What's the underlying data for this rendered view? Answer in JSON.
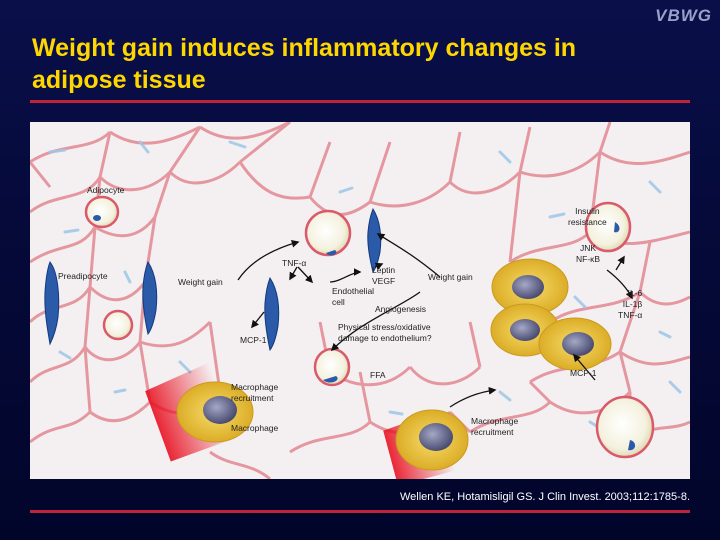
{
  "header": {
    "logo": "VBWG",
    "title": "Weight gain induces inflammatory changes in adipose tissue"
  },
  "figure": {
    "labels": {
      "adipocyte": "Adipocyte",
      "preadipocyte": "Preadipocyte",
      "weight_gain_left": "Weight gain",
      "tnf_alpha": "TNF-α",
      "mcp1_left": "MCP-1",
      "macrophage_recruitment_left": "Macrophage\nrecruitment",
      "macrophage": "Macrophage",
      "leptin_vegf": "Leptin\nVEGF",
      "endothelial_cell": "Endothelial\ncell",
      "weight_gain_center": "Weight gain",
      "angiogenesis": "Angiogenesis",
      "physical_stress": "Physical stress/oxidative\ndamage to endothelium?",
      "ffa": "FFA",
      "insulin_resistance": "Insulin\nresistance",
      "jnk_nfkb": "JNK\nNF-κB",
      "cytokines": "IL-6\nIL-1β\nTNF-α",
      "mcp1_right": "MCP-1",
      "macrophage_recruitment_right": "Macrophage\nrecruitment"
    }
  },
  "citation": {
    "text": "Wellen KE, Hotamisligil GS. J Clin Invest. 2003;112:1785-8."
  },
  "colors": {
    "title": "#ffd700",
    "rule": "#c0223a",
    "background": "#050a3a",
    "cell_outline": "#d95a6a",
    "macrophage": "#e8c238",
    "preadipocyte": "#2a5aa8"
  }
}
